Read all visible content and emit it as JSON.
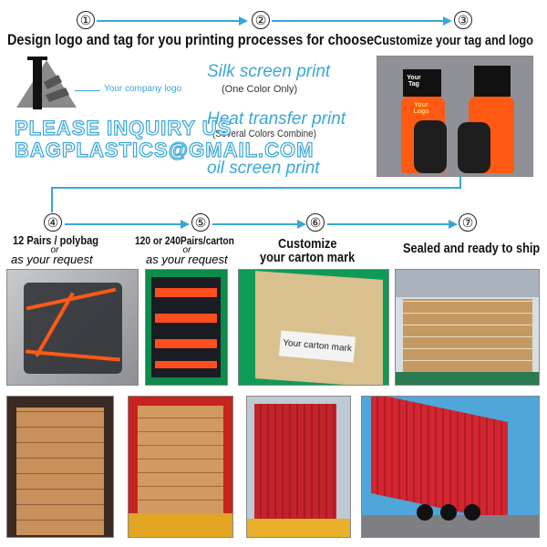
{
  "steps": [
    {
      "num": "①",
      "label": "Design logo and tag for you"
    },
    {
      "num": "②",
      "label": "printing processes for choose"
    },
    {
      "num": "③",
      "label": "Customize your tag and logo"
    },
    {
      "num": "④",
      "label": "12 Pairs / polybag",
      "or": "or",
      "sub": "as your request"
    },
    {
      "num": "⑤",
      "label": "120 or 240Pairs/carton",
      "or": "or",
      "sub": "as your request"
    },
    {
      "num": "⑥",
      "label": "Customize",
      "label2": "your carton mark"
    },
    {
      "num": "⑦",
      "label": "Sealed and ready to ship"
    }
  ],
  "logo_caption": "Your company logo",
  "printing": [
    {
      "name": "Silk screen print",
      "note": "(One Color Only)"
    },
    {
      "name": "Heat transfer print",
      "note": "(Several Colors Combine)"
    },
    {
      "name": "oil screen print"
    }
  ],
  "watermark": {
    "line1": "PLEASE INQUIRY US",
    "line2": "BAGPLASTICS@GMAIL.COM"
  },
  "glove_tag": "Your Tag",
  "glove_logo": "Your Logo",
  "carton_mark": "Your carton mark",
  "colors": {
    "accent": "#3aa6d8",
    "glove": "#ff5a14"
  }
}
